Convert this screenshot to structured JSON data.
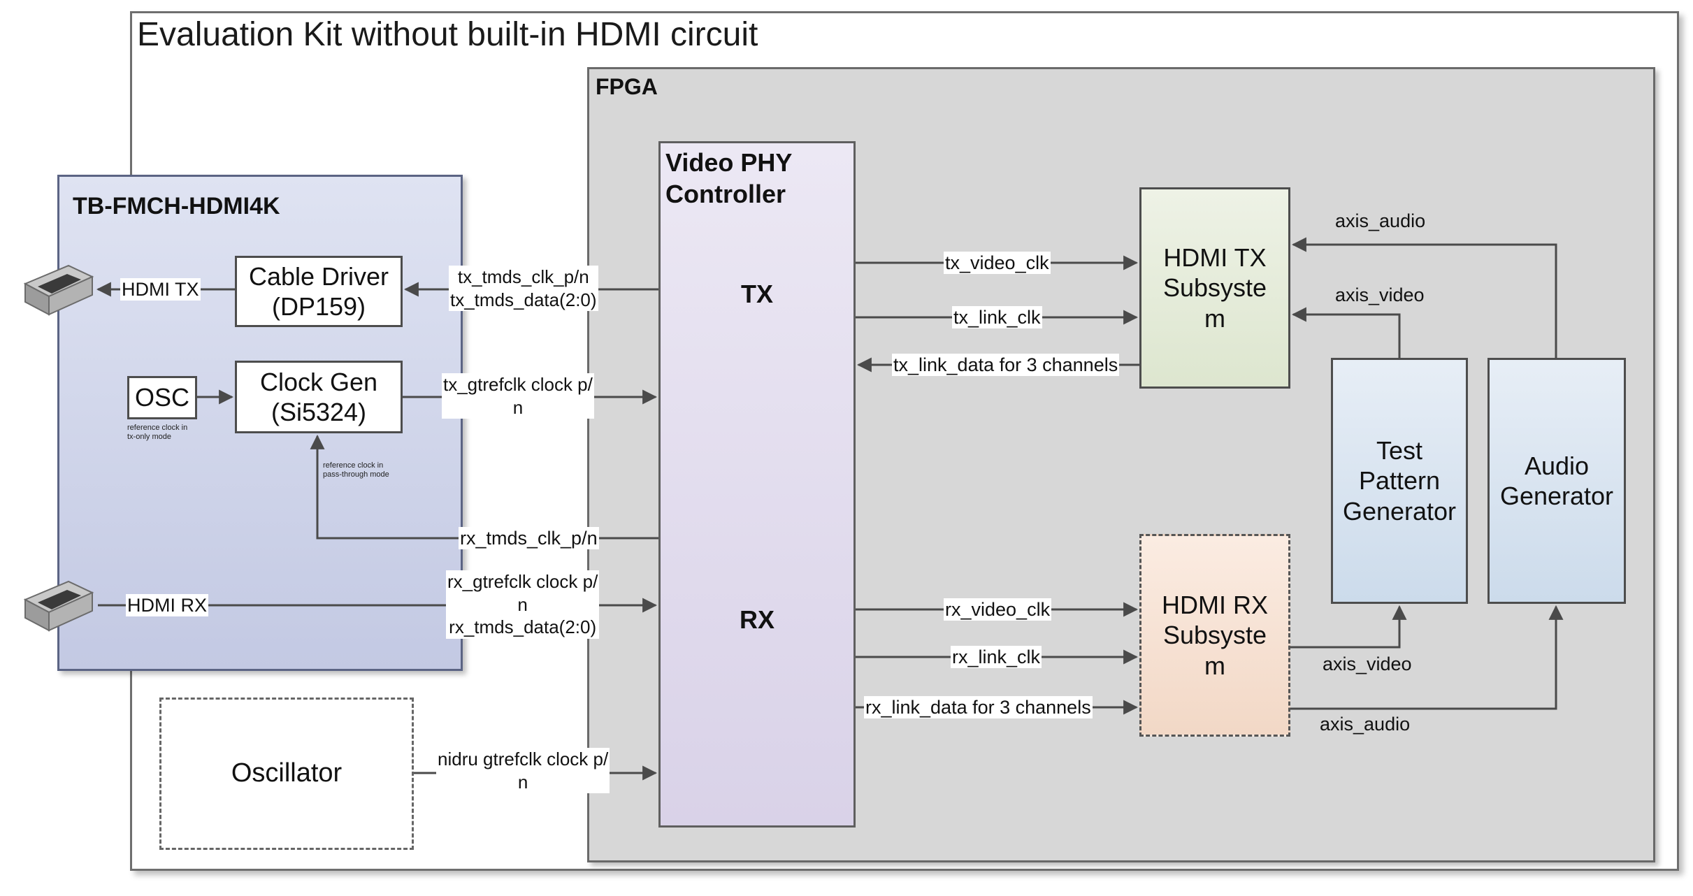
{
  "outer": {
    "title": "Evaluation Kit without built-in HDMI circuit"
  },
  "fpga": {
    "title": "FPGA"
  },
  "fmc": {
    "title": "TB-FMCH-HDMI4K",
    "cable_driver": [
      "Cable Driver",
      "(DP159)"
    ],
    "clock_gen": [
      "Clock Gen",
      "(Si5324)"
    ],
    "osc": "OSC",
    "hdmi_tx": "HDMI TX",
    "hdmi_rx": "HDMI RX",
    "osc_note": [
      "reference clock in",
      "tx-only mode"
    ],
    "passthrough_note": [
      "reference clock in",
      "pass-through mode"
    ]
  },
  "oscillator": "Oscillator",
  "video_phy": {
    "title": [
      "Video PHY",
      "Controller"
    ],
    "tx": "TX",
    "rx": "RX"
  },
  "hdmi_tx_subsystem": [
    "HDMI TX",
    "Subsyste",
    "m"
  ],
  "hdmi_rx_subsystem": [
    "HDMI RX",
    "Subsyste",
    "m"
  ],
  "test_pattern_generator": [
    "Test",
    "Pattern",
    "Generator"
  ],
  "audio_generator": [
    "Audio",
    "Generator"
  ],
  "signals": {
    "tx_tmds_clk": "tx_tmds_clk_p/n",
    "tx_tmds_data": "tx_tmds_data(2:0)",
    "tx_gtrefclk": [
      "tx_gtrefclk clock p/",
      "n"
    ],
    "rx_tmds_clk": "rx_tmds_clk_p/n",
    "rx_gtrefclk": [
      "rx_gtrefclk clock p/",
      "n",
      "rx_tmds_data(2:0)"
    ],
    "nidru_gtrefclk": [
      "nidru gtrefclk clock p/",
      "n"
    ],
    "tx_video_clk": "tx_video_clk",
    "tx_link_clk": "tx_link_clk",
    "tx_link_data": "tx_link_data for 3 channels",
    "rx_video_clk": "rx_video_clk",
    "rx_link_clk": "rx_link_clk",
    "rx_link_data": "rx_link_data for 3 channels",
    "axis_audio_tx": "axis_audio",
    "axis_video_tx": "axis_video",
    "axis_video_rx": "axis_video",
    "axis_audio_rx": "axis_audio"
  }
}
